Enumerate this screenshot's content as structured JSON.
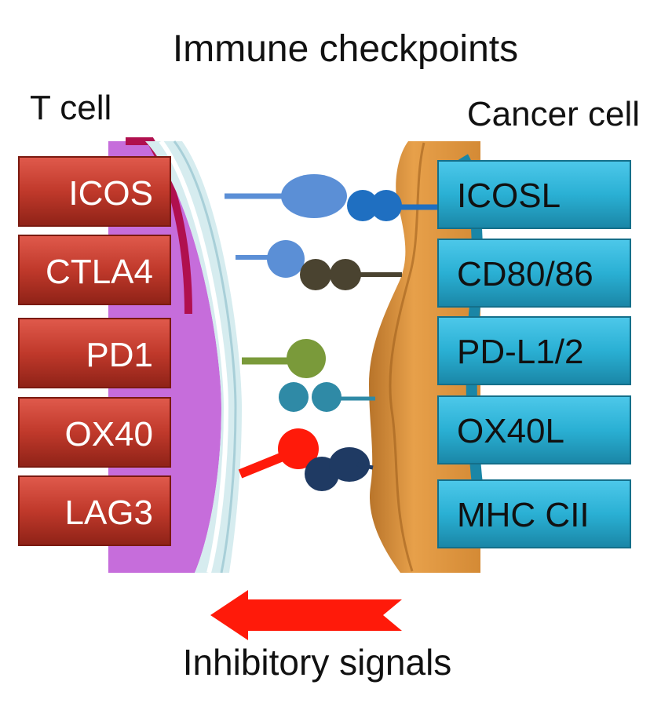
{
  "title": "Immune checkpoints",
  "left_cell_label": "T cell",
  "right_cell_label": "Cancer cell",
  "footer_label": "Inhibitory signals",
  "colors": {
    "tcell_box": "#c0392b",
    "cancer_box": "#2ab0d4",
    "tcell_membrane": "#c66ddb",
    "cancer_membrane": "#e0953e",
    "arrow": "#ff1a0a"
  },
  "pairs": [
    {
      "receptor": "ICOS",
      "ligand": "ICOSL",
      "receptor_color": "#5b8fd6",
      "ligand_color": "#1f6fc1"
    },
    {
      "receptor": "CTLA4",
      "ligand": "CD80/86",
      "receptor_color": "#5b8fd6",
      "ligand_color": "#4a4330"
    },
    {
      "receptor": "PD1",
      "ligand": "PD-L1/2",
      "receptor_color": "#7a9a3a",
      "ligand_color": "#2f8aa6"
    },
    {
      "receptor": "OX40",
      "ligand": "OX40L",
      "receptor_color": "#ff1a0a",
      "ligand_color": "#1f3a63"
    },
    {
      "receptor": "LAG3",
      "ligand": "MHC CII"
    }
  ]
}
